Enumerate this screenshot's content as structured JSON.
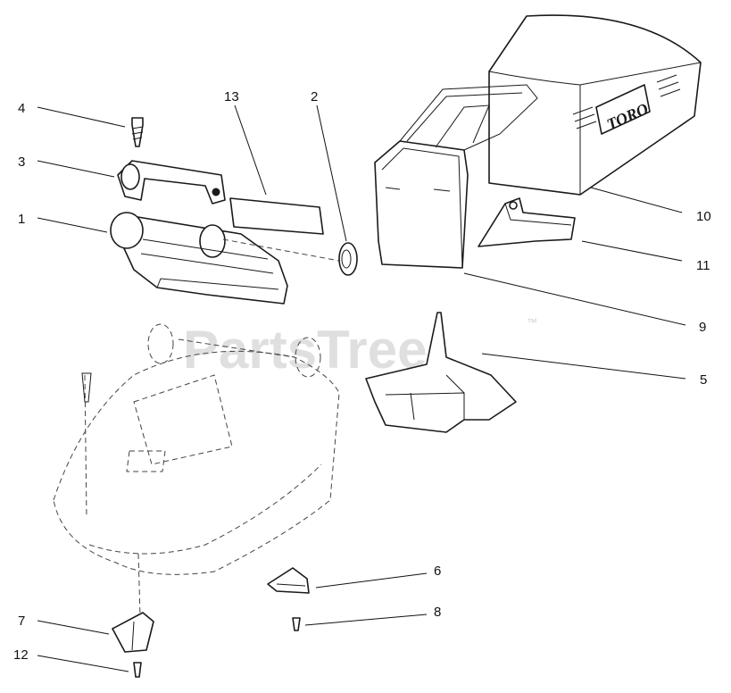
{
  "watermark": {
    "brand": "PartsTree",
    "trademark": "™"
  },
  "bag_logo": "TORO",
  "callouts": [
    {
      "id": "c4",
      "label": "4"
    },
    {
      "id": "c3",
      "label": "3"
    },
    {
      "id": "c1",
      "label": "1"
    },
    {
      "id": "c13",
      "label": "13"
    },
    {
      "id": "c2",
      "label": "2"
    },
    {
      "id": "c10",
      "label": "10"
    },
    {
      "id": "c11",
      "label": "11"
    },
    {
      "id": "c9",
      "label": "9"
    },
    {
      "id": "c5",
      "label": "5"
    },
    {
      "id": "c6",
      "label": "6"
    },
    {
      "id": "c8",
      "label": "8"
    },
    {
      "id": "c7",
      "label": "7"
    },
    {
      "id": "c12",
      "label": "12"
    }
  ]
}
